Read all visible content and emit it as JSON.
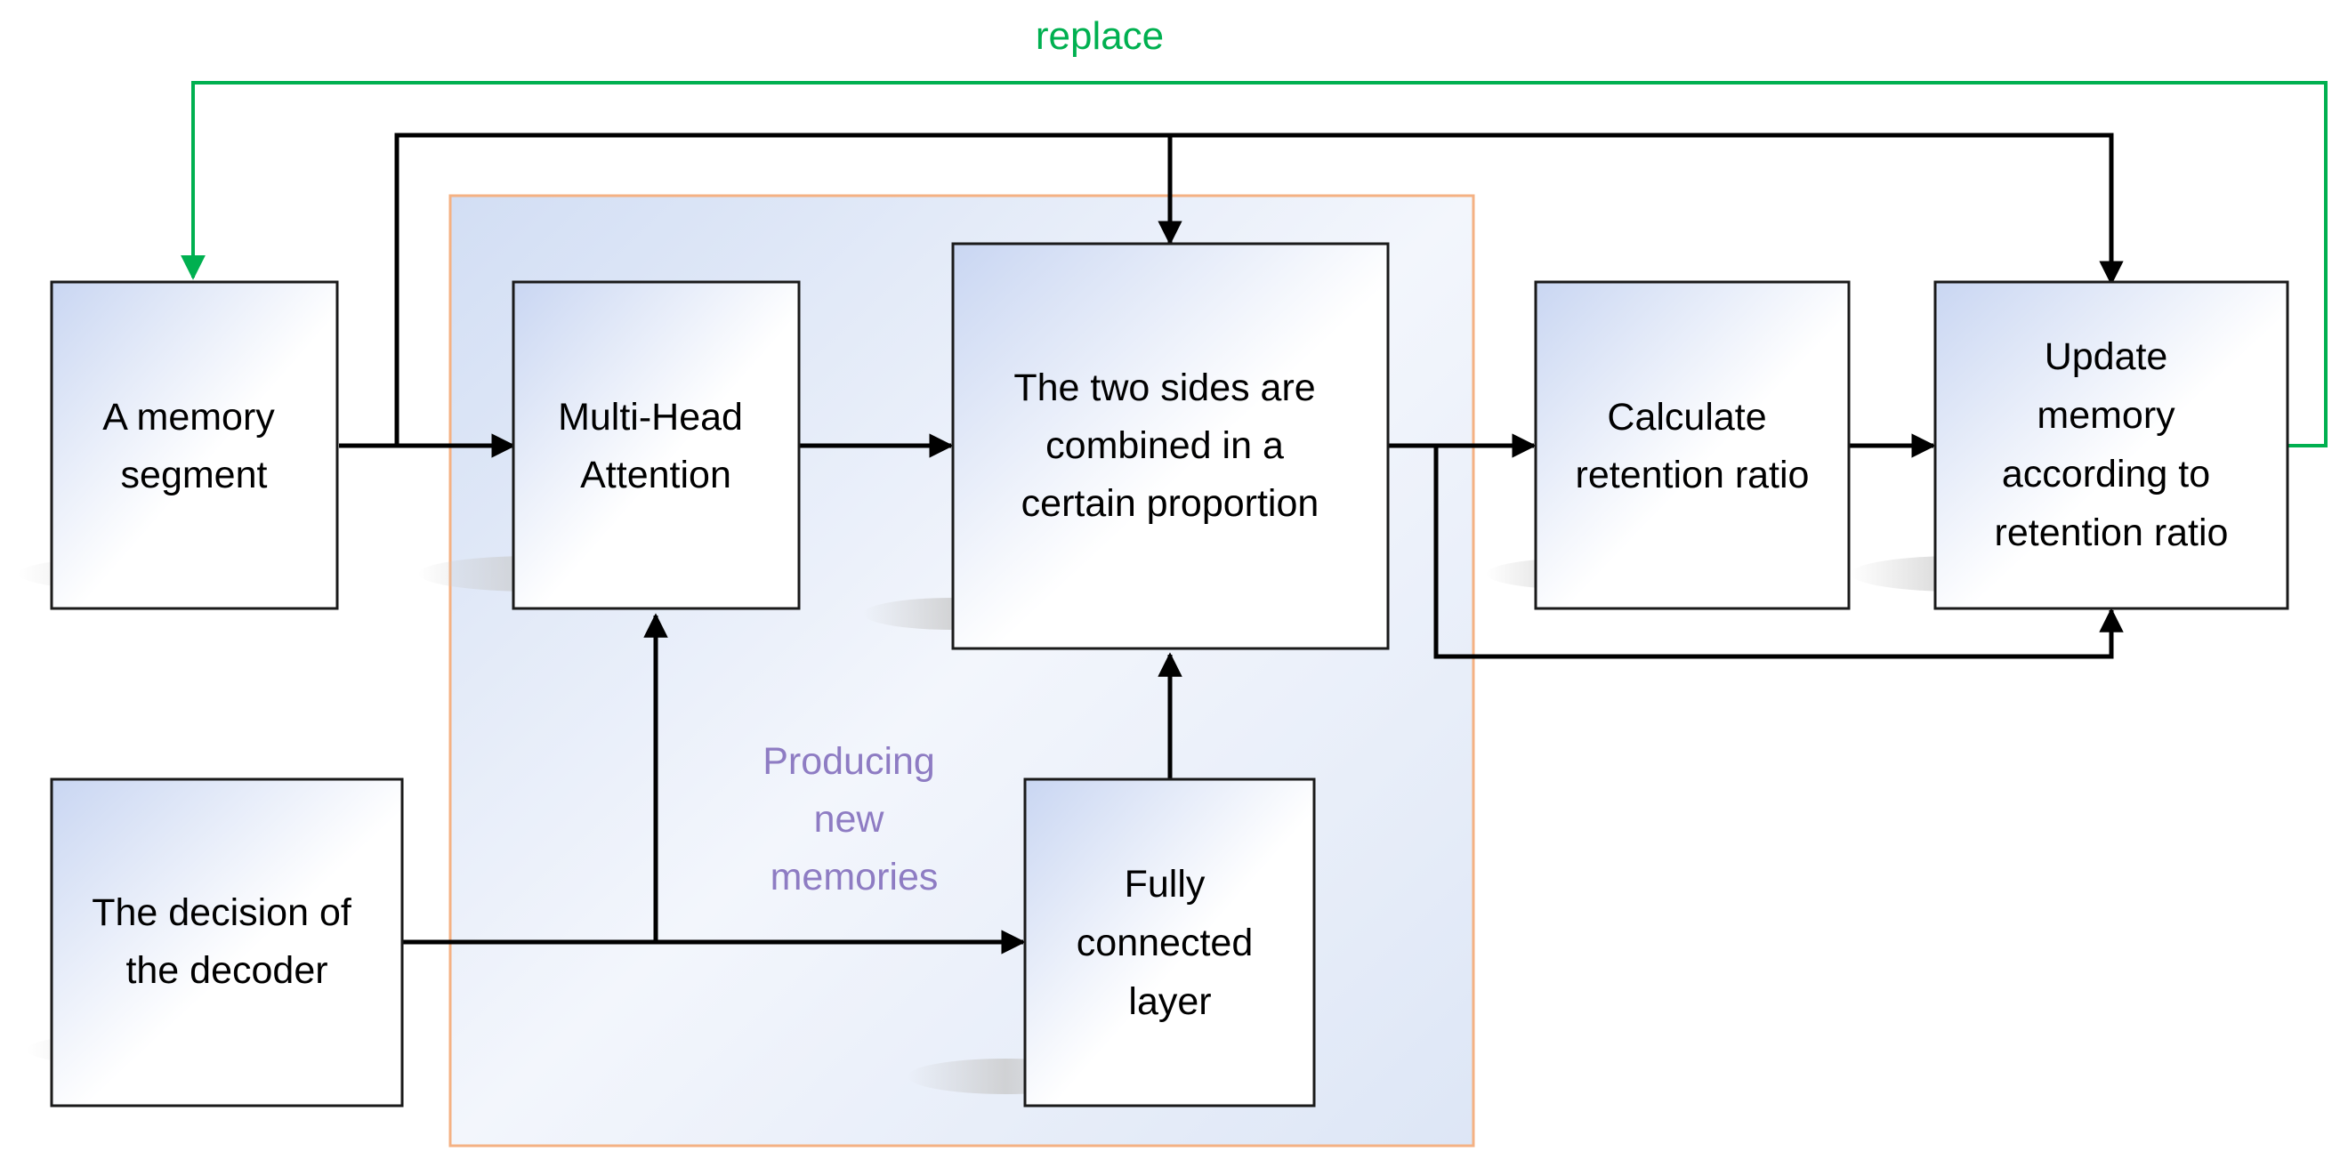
{
  "boxes": {
    "memory_segment": [
      "A memory",
      "segment"
    ],
    "multi_head_attention": [
      "Multi-Head",
      "Attention"
    ],
    "combine": [
      "The two sides are",
      "combined in a",
      "certain proportion"
    ],
    "retention": [
      "Calculate",
      "retention ratio"
    ],
    "update": [
      "Update",
      "memory",
      "according to",
      "retention ratio"
    ],
    "decoder_decision": [
      "The decision of",
      "the decoder"
    ],
    "fully_connected": [
      "Fully",
      "connected",
      "layer"
    ]
  },
  "group_label": [
    "Producing",
    "new",
    "memories"
  ],
  "replace_label": "replace",
  "colors": {
    "arrow": "#000000",
    "replace_arrow": "#00b050",
    "group_border": "#f4b183",
    "group_label": "#8e7cc3",
    "box_gradient_edge": "#d5e0f5",
    "box_gradient_center": "#ffffff"
  }
}
